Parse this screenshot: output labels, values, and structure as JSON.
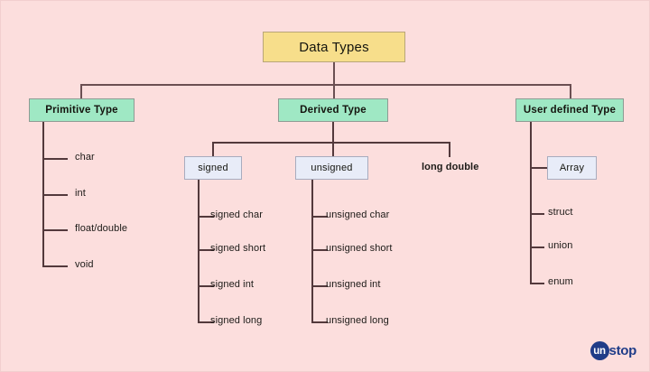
{
  "diagram": {
    "title": "Data Types",
    "background_color": "#fcdedd",
    "root": {
      "label": "Data Types",
      "color": "#f7de8b"
    },
    "level2": [
      {
        "label": "Primitive Type",
        "color": "#9fe8c4"
      },
      {
        "label": "Derived Type",
        "color": "#9fe8c4"
      },
      {
        "label": "User defined Type",
        "color": "#9fe8c4"
      }
    ],
    "primitive_children": [
      {
        "label": "char"
      },
      {
        "label": "int"
      },
      {
        "label": "float/double"
      },
      {
        "label": "void"
      }
    ],
    "derived_children": [
      {
        "label": "signed",
        "boxed": true,
        "color": "#e8ecf8"
      },
      {
        "label": "unsigned",
        "boxed": true,
        "color": "#e8ecf8"
      },
      {
        "label": "long double",
        "boxed": false
      }
    ],
    "signed_children": [
      {
        "label": "signed char"
      },
      {
        "label": "signed short"
      },
      {
        "label": "signed int"
      },
      {
        "label": "signed long"
      }
    ],
    "unsigned_children": [
      {
        "label": "unsigned char"
      },
      {
        "label": "unsigned short"
      },
      {
        "label": "unsigned int"
      },
      {
        "label": "unsigned long"
      }
    ],
    "user_defined_children": [
      {
        "label": "Array",
        "boxed": true,
        "color": "#e8ecf8"
      },
      {
        "label": "struct",
        "boxed": false
      },
      {
        "label": "union",
        "boxed": false
      },
      {
        "label": "enum",
        "boxed": false
      }
    ]
  },
  "watermark": {
    "mark_text": "un",
    "word_text": "stop",
    "color": "#1f3c88"
  }
}
